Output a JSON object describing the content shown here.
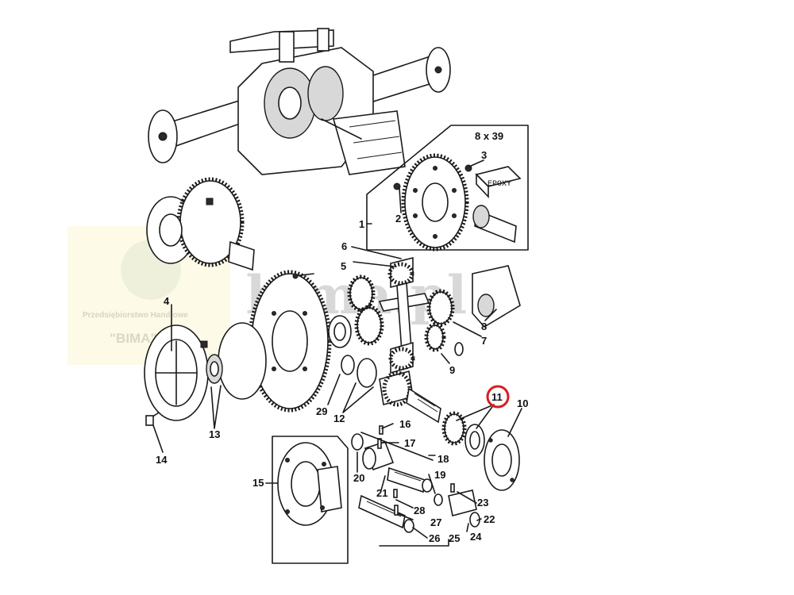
{
  "watermark": {
    "site": "bima.pl",
    "company_line": "Przedsiębiorstwo Handlowe",
    "company_name": "\"BIMA\""
  },
  "kit_label": "8 x 39",
  "epoxy_label": "EPOXY",
  "callouts": {
    "c1": "1",
    "c2": "2",
    "c3": "3",
    "c4": "4",
    "c5": "5",
    "c6": "6",
    "c7": "7",
    "c8": "8",
    "c9": "9",
    "c10": "10",
    "c11": "11",
    "c12": "12",
    "c13": "13",
    "c14": "14",
    "c15": "15",
    "c16": "16",
    "c17": "17",
    "c18": "18",
    "c19": "19",
    "c20": "20",
    "c21": "21",
    "c22": "22",
    "c23": "23",
    "c24": "24",
    "c25": "25",
    "c26": "26",
    "c27": "27",
    "c28": "28",
    "c29": "29"
  },
  "highlight": {
    "callout": "11",
    "color": "#d81e1e"
  }
}
